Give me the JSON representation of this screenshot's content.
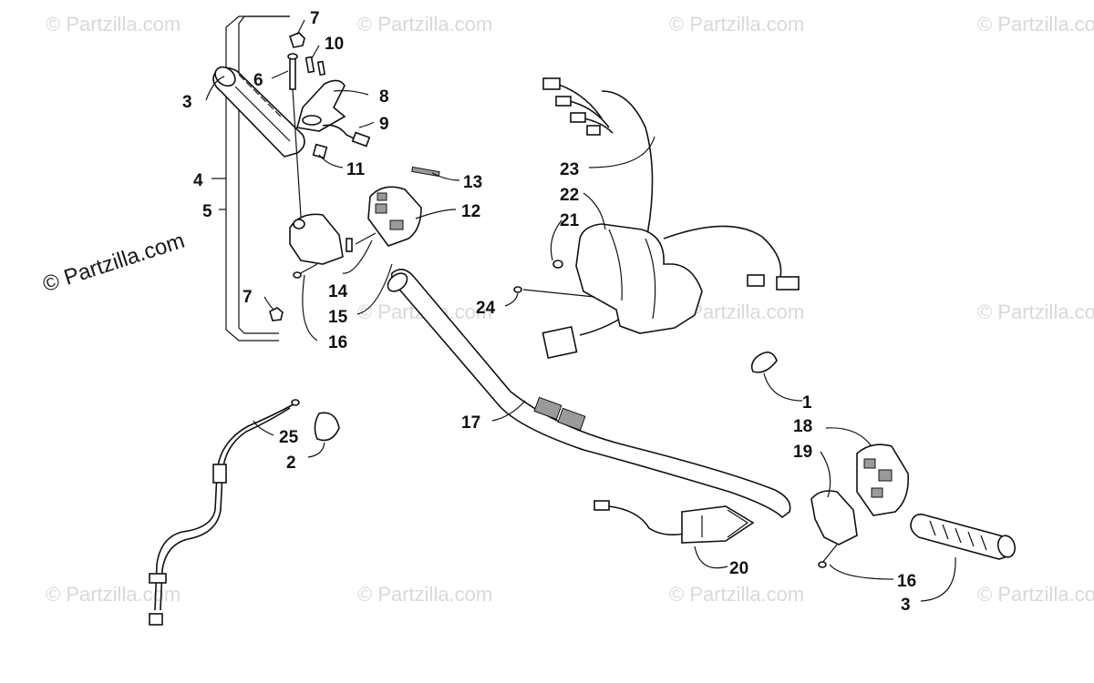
{
  "diagram": {
    "watermarks": [
      "© Partzilla.com",
      "© Partzilla.com",
      "© Partzilla.com",
      "© Partzilla.com",
      "© Partzilla.com",
      "© Partzilla.com",
      "© Partzilla.com",
      "© Partzilla.com",
      "© Partzilla.com",
      "© Partzilla.com",
      "© Partzilla.com"
    ],
    "main_watermark": "© Partzilla.com",
    "callouts": [
      "7",
      "10",
      "6",
      "3",
      "8",
      "9",
      "11",
      "4",
      "5",
      "13",
      "12",
      "7",
      "14",
      "15",
      "16",
      "23",
      "22",
      "21",
      "24",
      "1",
      "18",
      "19",
      "17",
      "25",
      "2",
      "20",
      "16",
      "3"
    ]
  },
  "colors": {
    "ink": "#111111",
    "watermark": "#d9d9d9",
    "background": "#ffffff"
  }
}
